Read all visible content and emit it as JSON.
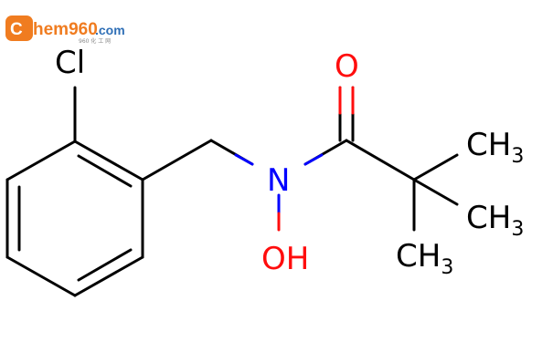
{
  "watermark": {
    "logo_letter": "C",
    "brand_text": "hem960",
    "domain_text": ".com",
    "tagline": "960 化 工 网",
    "colors": {
      "logo_orange": "#f07c20",
      "domain_blue": "#2f6fb6",
      "tagline_gray": "#8a8a8a"
    }
  },
  "molecule": {
    "colors": {
      "bond": "#000000",
      "oxygen": "#ff0d0d",
      "nitrogen": "#0000ff",
      "chlorine": "#000000",
      "carbon_label": "#000000"
    },
    "atoms": {
      "chlorine": "Cl",
      "carbonyl_oxygen": "O",
      "nitrogen": "N",
      "hydroxyl": "OH",
      "methyl_1": {
        "base": "CH",
        "sub": "3"
      },
      "methyl_2": {
        "base": "CH",
        "sub": "3"
      },
      "methyl_3": {
        "base": "CH",
        "sub": "3"
      }
    }
  }
}
